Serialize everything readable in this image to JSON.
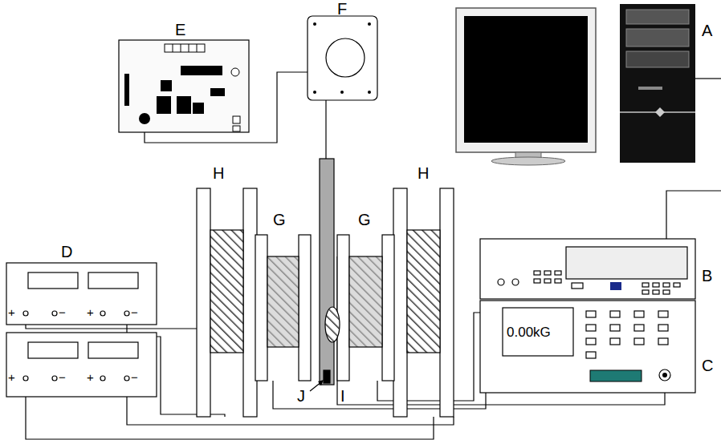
{
  "diagram": {
    "labels": [
      "A",
      "F",
      "E",
      "H",
      "H",
      "G",
      "G",
      "D",
      "B",
      "C",
      "0.00kG",
      "J",
      "I",
      "+",
      "−",
      "+",
      "−",
      "+",
      "−",
      "+",
      "−"
    ]
  }
}
